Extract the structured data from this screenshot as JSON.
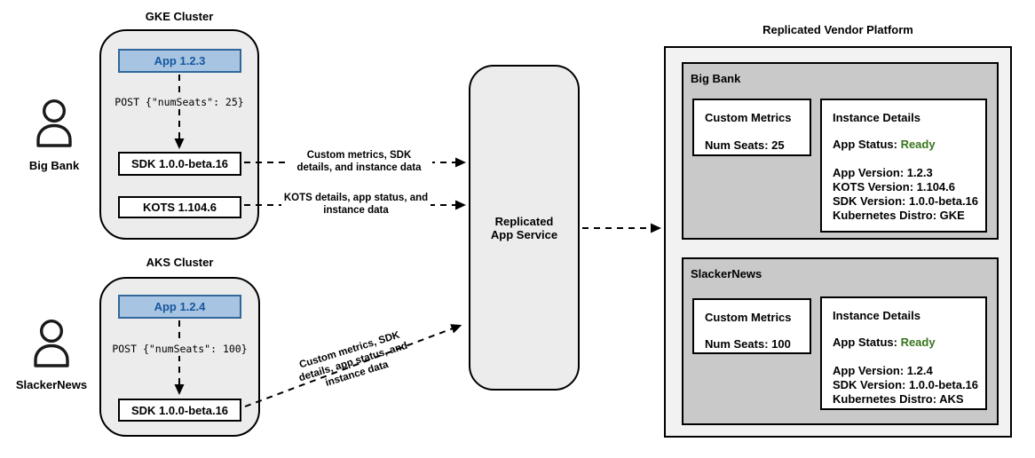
{
  "colors": {
    "app_box_fill": "#a7c4e2",
    "app_box_border": "#31679b",
    "app_box_text": "#17579f",
    "status_ready_green": "#38761d",
    "cluster_fill": "#ececec",
    "customer_fill": "#c9c9c9",
    "platform_fill": "#f2f2f2"
  },
  "actors": [
    {
      "name": "Big Bank"
    },
    {
      "name": "SlackerNews"
    }
  ],
  "clusters": [
    {
      "title": "GKE Cluster",
      "app": "App 1.2.3",
      "post": "POST {\"numSeats\": 25}",
      "sdk": "SDK 1.0.0-beta.16",
      "kots": "KOTS 1.104.6"
    },
    {
      "title": "AKS Cluster",
      "app": "App 1.2.4",
      "post": "POST {\"numSeats\": 100}",
      "sdk": "SDK 1.0.0-beta.16"
    }
  ],
  "service": {
    "lines": [
      "Replicated",
      "App Service"
    ]
  },
  "arrows": [
    {
      "lines": [
        "Custom metrics, SDK",
        "details, and instance data"
      ]
    },
    {
      "lines": [
        "KOTS details, app status, and",
        "instance data"
      ]
    },
    {
      "lines": [
        "Custom metrics, SDK",
        "details, app status, and",
        "instance data"
      ]
    }
  ],
  "platform": {
    "title": "Replicated Vendor Platform",
    "customers": [
      {
        "name": "Big Bank",
        "custom_metrics_title": "Custom Metrics",
        "num_seats": "Num Seats: 25",
        "instance_details_title": "Instance Details",
        "app_status_label": "App Status: ",
        "app_status_value": "Ready",
        "details": [
          "App Version: 1.2.3",
          "KOTS Version: 1.104.6",
          "SDK Version: 1.0.0-beta.16",
          "Kubernetes Distro: GKE"
        ]
      },
      {
        "name": "SlackerNews",
        "custom_metrics_title": "Custom Metrics",
        "num_seats": "Num Seats: 100",
        "instance_details_title": "Instance Details",
        "app_status_label": "App Status: ",
        "app_status_value": "Ready",
        "details": [
          "App Version: 1.2.4",
          "SDK Version: 1.0.0-beta.16",
          "Kubernetes Distro: AKS"
        ]
      }
    ]
  }
}
